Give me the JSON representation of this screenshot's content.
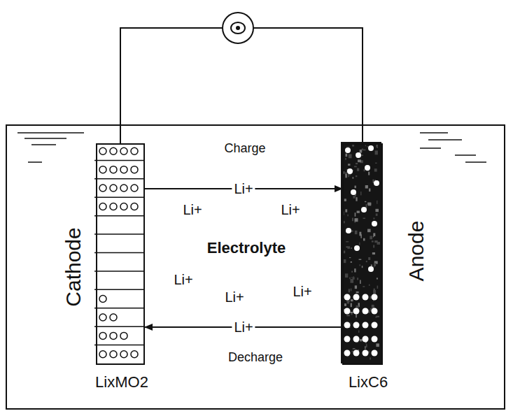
{
  "diagram": {
    "nodes": [
      {
        "text": [
          "Electrolyte"
        ]
      },
      {
        "text": [
          "Cathode",
          "LixMO2"
        ],
        "in": 0
      },
      {
        "text": [
          "Anode",
          "LixC6"
        ],
        "in": 0
      }
    ],
    "edges": [
      {
        "from": 1,
        "to": 2,
        "arrow": "to",
        "label": "Li+"
      },
      {
        "from": 2,
        "to": 1,
        "arrow": "to",
        "label": "Li+"
      },
      {
        "from": 1,
        "to": 2,
        "arrow": "none"
      }
    ],
    "labels": [
      "Charge",
      "Li+",
      "Li+",
      "Li+",
      "Li+",
      "Li+",
      "Decharge"
    ]
  }
}
